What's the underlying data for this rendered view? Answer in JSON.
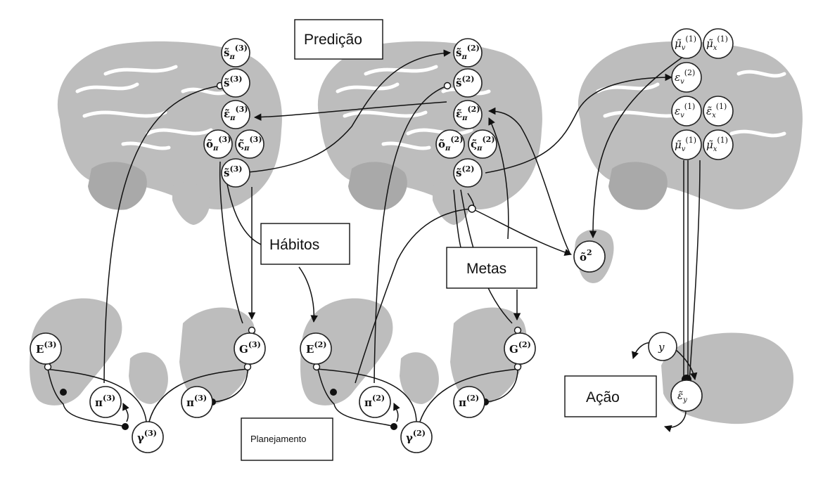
{
  "labels": {
    "predicao": "Predição",
    "habitos": "Hábitos",
    "metas": "Metas",
    "acao": "Ação",
    "planejamento": "Planejamento"
  },
  "level3": {
    "s_pi_main": "s̃",
    "s_pi_sub": "π",
    "s_sup": "(3)",
    "s_main": "s̃",
    "eps_main": "ε̃",
    "o_main": "õ",
    "xi_main": "ς̃",
    "s_out_main": "s̃",
    "E_main": "E",
    "G_main": "G",
    "pi_main": "π",
    "gamma_main": "γ",
    "sup": "(3)"
  },
  "level2": {
    "s_main": "s̃",
    "eps_main": "ε̃",
    "o_main": "õ",
    "xi_main": "ς̃",
    "E_main": "E",
    "G_main": "G",
    "pi_main": "π",
    "gamma_main": "γ",
    "sup": "(2)",
    "o_out_main": "õ",
    "o_out_sup": "2"
  },
  "level1": {
    "mu_main": "μ̃",
    "eps_main": "ε",
    "eps_tilde_main": "ε̃",
    "sub_v": "v",
    "sub_x": "x",
    "sub_y": "y",
    "sup1": "(1)",
    "sup2": "(2)",
    "y_main": "y"
  },
  "colors": {
    "brain": "#bdbdbd",
    "node_stroke": "#222222",
    "edge": "#111111"
  }
}
